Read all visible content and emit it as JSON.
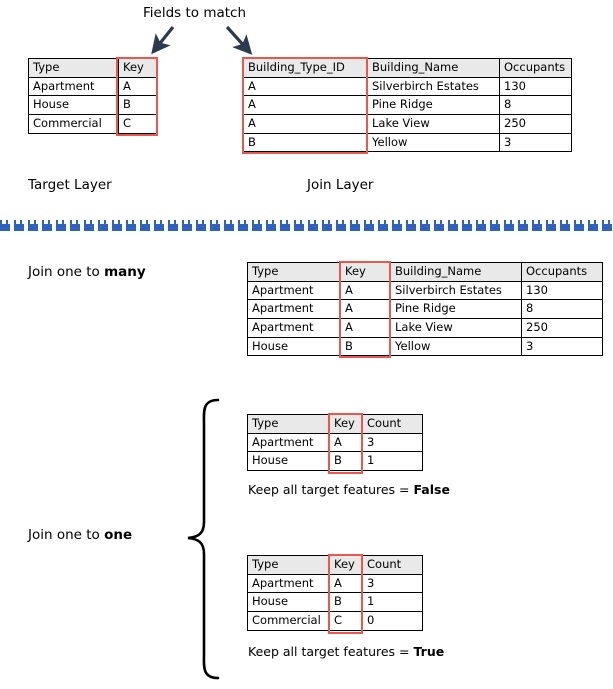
{
  "annotations": {
    "fields_to_match": "Fields to match",
    "target_layer": "Target Layer",
    "join_layer": "Join Layer",
    "join_one_to_many_prefix": "Join one to ",
    "join_one_to_many_emphasis": "many",
    "join_one_to_one_prefix": "Join one to ",
    "join_one_to_one_emphasis": "one",
    "keep_false_prefix": "Keep all target features = ",
    "keep_false_emphasis": "False",
    "keep_true_prefix": "Keep all target features = ",
    "keep_true_emphasis": "True"
  },
  "colors": {
    "highlight": "#e8584f",
    "header_fill": "#e9e9e9",
    "divider": "#2f62b8",
    "arrow": "#2b3a4d",
    "border": "#000000"
  },
  "tables": {
    "target_layer": {
      "columns": [
        "Type",
        "Key"
      ],
      "rows": [
        [
          "Apartment",
          "A"
        ],
        [
          "House",
          "B"
        ],
        [
          "Commercial",
          "C"
        ]
      ],
      "highlighted_column": "Key"
    },
    "join_layer": {
      "columns": [
        "Building_Type_ID",
        "Building_Name",
        "Occupants"
      ],
      "rows": [
        [
          "A",
          "Silverbirch Estates",
          "130"
        ],
        [
          "A",
          "Pine Ridge",
          "8"
        ],
        [
          "A",
          "Lake View",
          "250"
        ],
        [
          "B",
          "Yellow",
          "3"
        ]
      ],
      "highlighted_column": "Building_Type_ID"
    },
    "one_to_many_result": {
      "columns": [
        "Type",
        "Key",
        "Building_Name",
        "Occupants"
      ],
      "rows": [
        [
          "Apartment",
          "A",
          "Silverbirch Estates",
          "130"
        ],
        [
          "Apartment",
          "A",
          "Pine Ridge",
          "8"
        ],
        [
          "Apartment",
          "A",
          "Lake View",
          "250"
        ],
        [
          "House",
          "B",
          "Yellow",
          "3"
        ]
      ],
      "highlighted_column": "Key"
    },
    "one_to_one_keep_false": {
      "columns": [
        "Type",
        "Key",
        "Count"
      ],
      "rows": [
        [
          "Apartment",
          "A",
          "3"
        ],
        [
          "House",
          "B",
          "1"
        ]
      ],
      "highlighted_column": "Key"
    },
    "one_to_one_keep_true": {
      "columns": [
        "Type",
        "Key",
        "Count"
      ],
      "rows": [
        [
          "Apartment",
          "A",
          "3"
        ],
        [
          "House",
          "B",
          "1"
        ],
        [
          "Commercial",
          "C",
          "0"
        ]
      ],
      "highlighted_column": "Key"
    }
  },
  "icons": {
    "left_arrow": "arrow-down-left-icon",
    "right_arrow": "arrow-down-right-icon",
    "brace": "curly-brace-icon",
    "divider": "dashed-divider-icon"
  }
}
